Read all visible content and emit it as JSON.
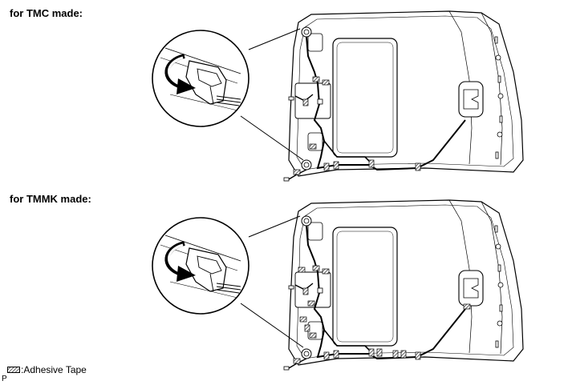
{
  "labels": {
    "tmc": "for TMC made:",
    "tmmk": "for TMMK made:"
  },
  "legend": {
    "label": "Adhesive Tape",
    "icon": "adhesive-tape-icon"
  },
  "figure_code": "P"
}
